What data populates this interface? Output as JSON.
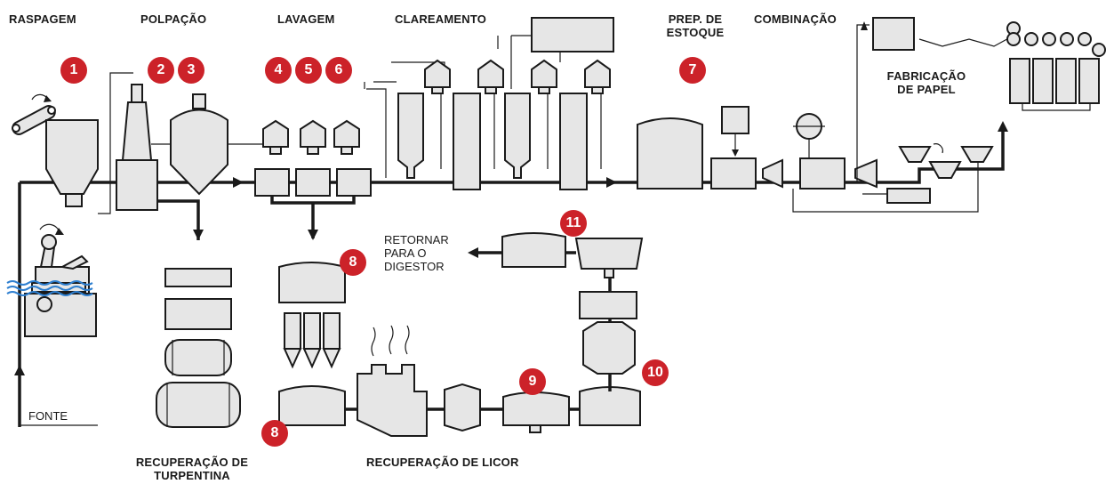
{
  "stages": {
    "raspagem": "RASPAGEM",
    "polpacao": "POLPAÇÃO",
    "lavagem": "LAVAGEM",
    "clareamento": "CLAREAMENTO",
    "prep_estoque_1": "PREP. DE",
    "prep_estoque_2": "ESTOQUE",
    "combinacao": "COMBINAÇÃO",
    "fabricacao_1": "FABRICAÇÃO",
    "fabricacao_2": "DE PAPEL",
    "rec_turpentina_1": "RECUPERAÇÃO DE",
    "rec_turpentina_2": "TURPENTINA",
    "rec_licor": "RECUPERAÇÃO DE LICOR"
  },
  "labels": {
    "retornar_1": "RETORNAR",
    "retornar_2": "PARA O",
    "retornar_3": "DIGESTOR",
    "fonte": "FONTE"
  },
  "badges": {
    "b1": "1",
    "b2": "2",
    "b3": "3",
    "b4": "4",
    "b5": "5",
    "b6": "6",
    "b7": "7",
    "b8a": "8",
    "b8b": "8",
    "b9": "9",
    "b10": "10",
    "b11": "11"
  },
  "colors": {
    "badge": "#cc2229",
    "equipment": "#e6e6e6",
    "line": "#1a1a1a",
    "water": "#2e7fd0"
  }
}
